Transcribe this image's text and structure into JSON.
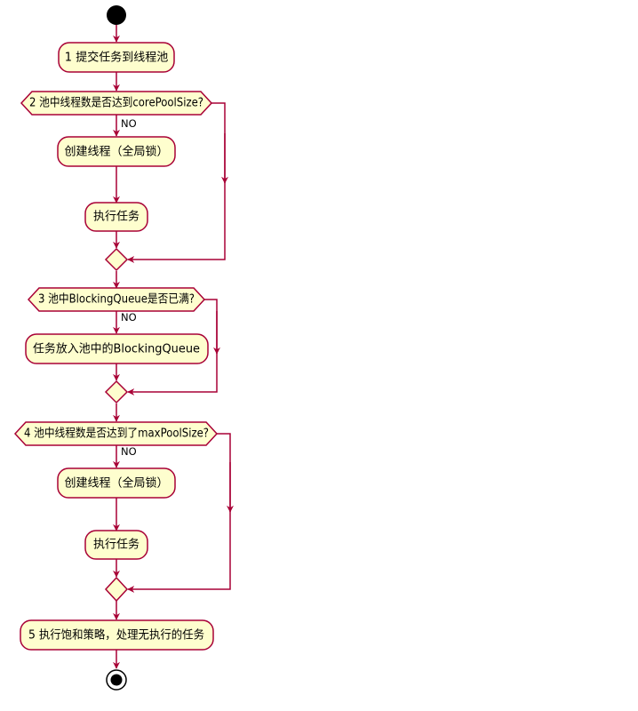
{
  "diagram": {
    "step1": "1 提交任务到线程池",
    "decision2": "2 池中线程数是否达到corePoolSize?",
    "decision2_no": "NO",
    "create_thread_1": "创建线程（全局锁）",
    "execute_task_1": "执行任务",
    "decision3": "3 池中BlockingQueue是否已满?",
    "decision3_no": "NO",
    "enqueue": "任务放入池中的BlockingQueue",
    "decision4": "4 池中线程数是否达到了maxPoolSize?",
    "decision4_no": "NO",
    "create_thread_2": "创建线程（全局锁）",
    "execute_task_2": "执行任务",
    "step5": "5 执行饱和策略，处理无执行的任务"
  },
  "colors": {
    "node_fill": "#fefece",
    "border": "#a80036",
    "start_end": "#000000"
  }
}
